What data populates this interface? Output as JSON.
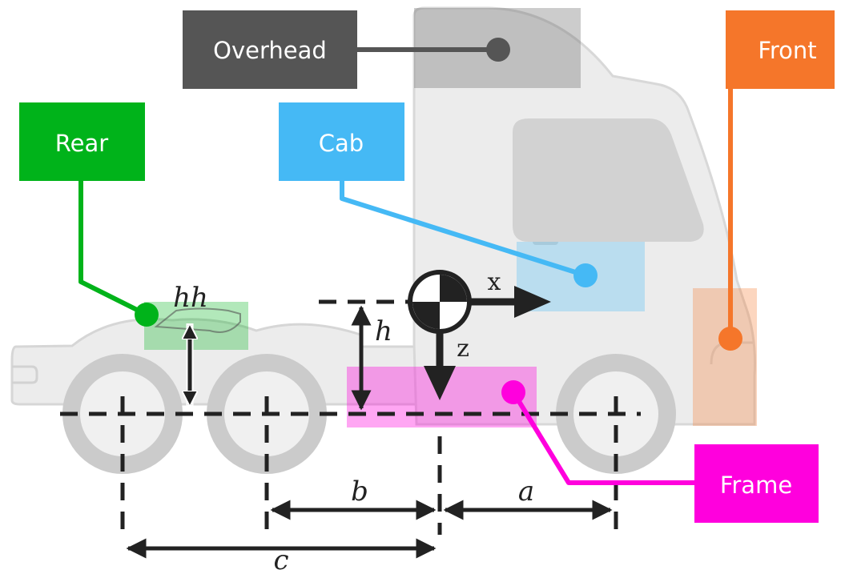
{
  "labels": {
    "overhead": "Overhead",
    "front": "Front",
    "rear": "Rear",
    "cab": "Cab",
    "frame": "Frame"
  },
  "dimensions": {
    "hh": "hh",
    "h": "h",
    "a": "a",
    "b": "b",
    "c": "c"
  },
  "axes": {
    "x": "x",
    "z": "z"
  },
  "colors": {
    "overhead": "#555555",
    "front": "#f5762a",
    "rear": "#00b31a",
    "cab": "#45b9f5",
    "frame": "#ff00dd",
    "truck_body": "#ebebeb",
    "wheel": "#cccccc",
    "dimension": "#222222"
  }
}
